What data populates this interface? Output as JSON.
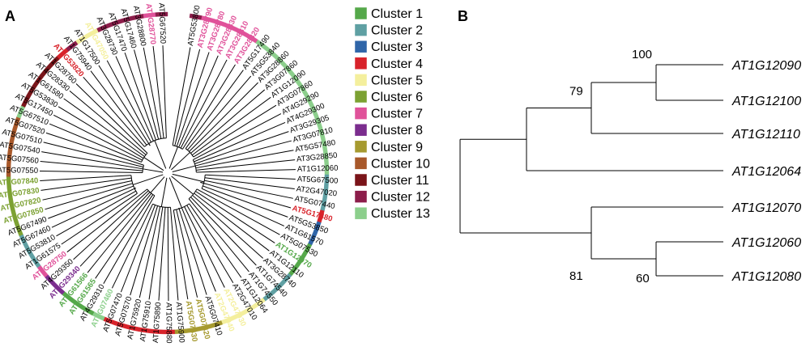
{
  "panels": {
    "a": "A",
    "b": "B"
  },
  "cluster_colors": [
    "#55a84a",
    "#5fa0a3",
    "#2f65a8",
    "#d8222a",
    "#f4ef9d",
    "#7ca132",
    "#e0529a",
    "#7b2d8e",
    "#a69a2f",
    "#a8582a",
    "#7a1419",
    "#8c1d4a",
    "#8ccf8c"
  ],
  "legend": [
    {
      "label": "Cluster 1"
    },
    {
      "label": "Cluster 2"
    },
    {
      "label": "Cluster 3"
    },
    {
      "label": "Cluster 4"
    },
    {
      "label": "Cluster 5"
    },
    {
      "label": "Cluster 6"
    },
    {
      "label": "Cluster 7"
    },
    {
      "label": "Cluster 8"
    },
    {
      "label": "Cluster 9"
    },
    {
      "label": "Cluster 10"
    },
    {
      "label": "Cluster 11"
    },
    {
      "label": "Cluster 12"
    },
    {
      "label": "Cluster 13"
    }
  ],
  "circular_tree": {
    "leaves": [
      {
        "label": "AT5G53800",
        "cluster": 12,
        "bold": false
      },
      {
        "label": "AT3G28790",
        "cluster": 7,
        "bold": true
      },
      {
        "label": "AT3G28780",
        "cluster": 7,
        "bold": true
      },
      {
        "label": "AT3G28830",
        "cluster": 7,
        "bold": true
      },
      {
        "label": "AT3G28810",
        "cluster": 7,
        "bold": true
      },
      {
        "label": "AT3G28820",
        "cluster": 7,
        "bold": true
      },
      {
        "label": "AT5G17490",
        "cluster": 13,
        "bold": false
      },
      {
        "label": "AT5G53840",
        "cluster": 13,
        "bold": false
      },
      {
        "label": "AT3G28860",
        "cluster": 13,
        "bold": false
      },
      {
        "label": "AT3G07860",
        "cluster": 13,
        "bold": false
      },
      {
        "label": "AT1G12090",
        "cluster": 13,
        "bold": false
      },
      {
        "label": "AT3G07860",
        "cluster": 13,
        "bold": false
      },
      {
        "label": "AT4G29290",
        "cluster": 13,
        "bold": false
      },
      {
        "label": "AT4G29300",
        "cluster": 13,
        "bold": false
      },
      {
        "label": "AT3G29305",
        "cluster": 13,
        "bold": false
      },
      {
        "label": "AT3G07810",
        "cluster": 13,
        "bold": false
      },
      {
        "label": "AT5G57480",
        "cluster": 13,
        "bold": false
      },
      {
        "label": "AT3G28850",
        "cluster": 13,
        "bold": false
      },
      {
        "label": "AT1G12060",
        "cluster": 13,
        "bold": false
      },
      {
        "label": "AT5G67500",
        "cluster": 2,
        "bold": false
      },
      {
        "label": "AT2G47020",
        "cluster": 2,
        "bold": false
      },
      {
        "label": "AT5G07440",
        "cluster": 2,
        "bold": false
      },
      {
        "label": "AT5G17480",
        "cluster": 4,
        "bold": true
      },
      {
        "label": "AT5G53850",
        "cluster": 3,
        "bold": false
      },
      {
        "label": "AT1G61570",
        "cluster": 3,
        "bold": false
      },
      {
        "label": "AT5G07530",
        "cluster": 1,
        "bold": false
      },
      {
        "label": "AT1G12070",
        "cluster": 1,
        "bold": true
      },
      {
        "label": "AT1G12110",
        "cluster": 1,
        "bold": false
      },
      {
        "label": "AT3G28740",
        "cluster": 2,
        "bold": false
      },
      {
        "label": "AT1G74540",
        "cluster": 2,
        "bold": false
      },
      {
        "label": "AT1G74550",
        "cluster": 2,
        "bold": false
      },
      {
        "label": "AT1G12064",
        "cluster": 5,
        "bold": false
      },
      {
        "label": "AT2G47010",
        "cluster": 5,
        "bold": false
      },
      {
        "label": "AT2G47030",
        "cluster": 5,
        "bold": true
      },
      {
        "label": "AT2G47040",
        "cluster": 5,
        "bold": true
      },
      {
        "label": "AT5G07410",
        "cluster": 9,
        "bold": false
      },
      {
        "label": "AT5G07420",
        "cluster": 9,
        "bold": true
      },
      {
        "label": "AT5G07430",
        "cluster": 9,
        "bold": true
      },
      {
        "label": "AT1G75900",
        "cluster": 9,
        "bold": false
      },
      {
        "label": "AT1G75880",
        "cluster": 4,
        "bold": false
      },
      {
        "label": "AT1G75890",
        "cluster": 4,
        "bold": false
      },
      {
        "label": "AT1G75910",
        "cluster": 4,
        "bold": false
      },
      {
        "label": "AT1G75920",
        "cluster": 4,
        "bold": false
      },
      {
        "label": "AT5G07570",
        "cluster": 4,
        "bold": false
      },
      {
        "label": "AT5G07470",
        "cluster": 4,
        "bold": false
      },
      {
        "label": "AT2G07460",
        "cluster": 13,
        "bold": true
      },
      {
        "label": "AT4G29310",
        "cluster": 1,
        "bold": false
      },
      {
        "label": "AT1G61565",
        "cluster": 1,
        "bold": true
      },
      {
        "label": "AT1G61566",
        "cluster": 1,
        "bold": true
      },
      {
        "label": "AT4G29340",
        "cluster": 8,
        "bold": true
      },
      {
        "label": "AT4G29350",
        "cluster": 8,
        "bold": false
      },
      {
        "label": "AT3G28750",
        "cluster": 7,
        "bold": true
      },
      {
        "label": "AT1G61575",
        "cluster": 2,
        "bold": false
      },
      {
        "label": "AT5G53810",
        "cluster": 2,
        "bold": false
      },
      {
        "label": "AT5G67460",
        "cluster": 2,
        "bold": false
      },
      {
        "label": "AT5G67490",
        "cluster": 6,
        "bold": false
      },
      {
        "label": "AT3G07850",
        "cluster": 6,
        "bold": true
      },
      {
        "label": "AT3G07820",
        "cluster": 6,
        "bold": true
      },
      {
        "label": "AT3G07830",
        "cluster": 6,
        "bold": true
      },
      {
        "label": "AT3G07840",
        "cluster": 6,
        "bold": true
      },
      {
        "label": "AT5G07550",
        "cluster": 10,
        "bold": false
      },
      {
        "label": "AT5G07560",
        "cluster": 10,
        "bold": false
      },
      {
        "label": "AT5G07540",
        "cluster": 10,
        "bold": false
      },
      {
        "label": "AT5G07510",
        "cluster": 10,
        "bold": false
      },
      {
        "label": "AT5G07520",
        "cluster": 10,
        "bold": false
      },
      {
        "label": "AT5G67510",
        "cluster": 13,
        "bold": false
      },
      {
        "label": "AT5G17450",
        "cluster": 11,
        "bold": false
      },
      {
        "label": "AT5G53830",
        "cluster": 11,
        "bold": false
      },
      {
        "label": "AT1G61580",
        "cluster": 11,
        "bold": false
      },
      {
        "label": "AT4G28330",
        "cluster": 11,
        "bold": false
      },
      {
        "label": "AT1G28760",
        "cluster": 11,
        "bold": false
      },
      {
        "label": "AT5G53820",
        "cluster": 4,
        "bold": true
      },
      {
        "label": "AT1G75940",
        "cluster": 12,
        "bold": false
      },
      {
        "label": "AT1G17500",
        "cluster": 5,
        "bold": false
      },
      {
        "label": "AT2G47050",
        "cluster": 5,
        "bold": true
      },
      {
        "label": "AT3G28730",
        "cluster": 12,
        "bold": false
      },
      {
        "label": "AT5G17470",
        "cluster": 12,
        "bold": false
      },
      {
        "label": "AT5G17460",
        "cluster": 12,
        "bold": false
      },
      {
        "label": "AT3G28800",
        "cluster": 12,
        "bold": false
      },
      {
        "label": "AT3G28770",
        "cluster": 7,
        "bold": true
      },
      {
        "label": "AT5G67520",
        "cluster": 12,
        "bold": false
      }
    ]
  },
  "rect_tree": {
    "leaves": [
      "AT1G12090",
      "AT1G12100",
      "AT1G12110",
      "AT1G12064",
      "AT1G12070",
      "AT1G12060",
      "AT1G12080"
    ],
    "bootstrap": [
      {
        "value": "100",
        "node": "n1"
      },
      {
        "value": "79",
        "node": "n2"
      },
      {
        "value": "81",
        "node": "n5"
      },
      {
        "value": "60",
        "node": "n4"
      }
    ]
  }
}
